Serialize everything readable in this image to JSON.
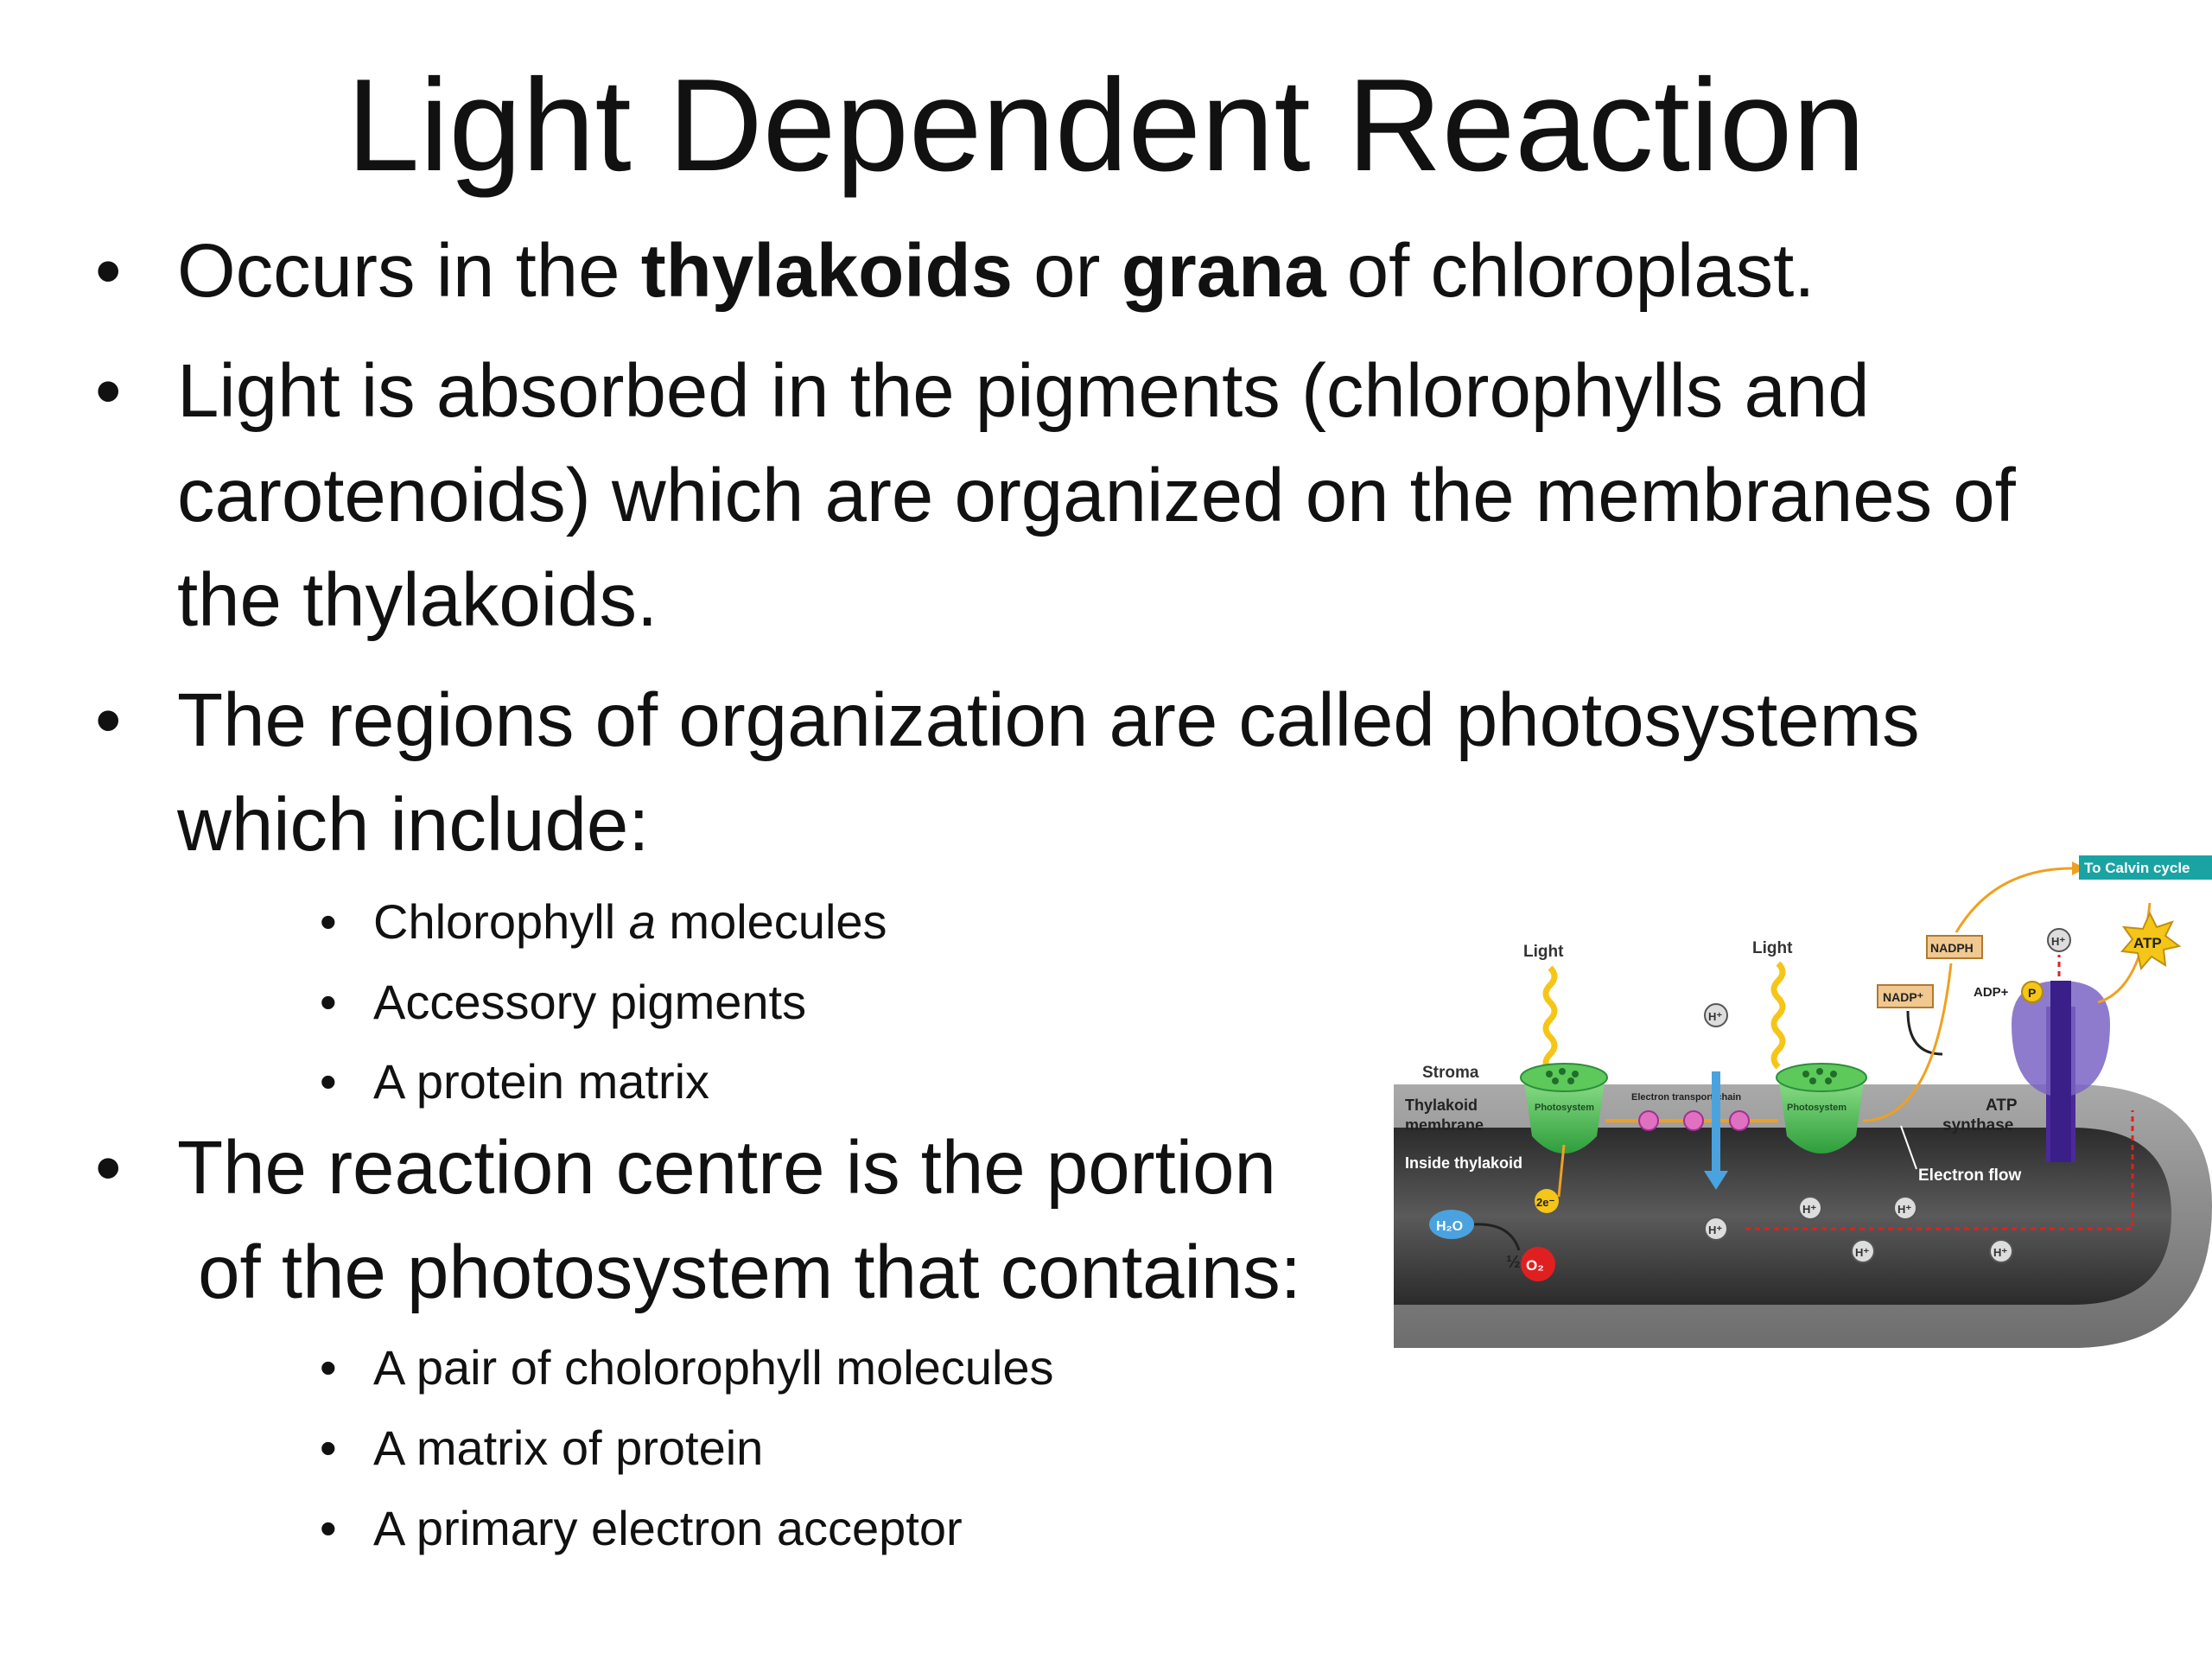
{
  "title": "Light Dependent Reaction",
  "bullets": {
    "b1": {
      "a": "Occurs in the ",
      "b": "thylakoids",
      "c": " or ",
      "d": "grana",
      "e": " of chloroplast."
    },
    "b2": {
      "l1": "Light is absorbed in the pigments (chlorophylls and",
      "l2": "carotenoids) which are organized on the membranes of",
      "l3": "the thylakoids."
    },
    "b3": {
      "l1": "The regions of organization are called photosystems",
      "l2": "which include:"
    },
    "sub1": [
      {
        "a": "Chlorophyll ",
        "b": "a",
        "c": " molecules"
      },
      {
        "a": "Accessory pigments"
      },
      {
        "a": "A protein matrix"
      }
    ],
    "b4": {
      "l1": "The reaction centre is the portion",
      "l2": " of the photosystem that contains:"
    },
    "sub2": [
      "A pair of cholorophyll molecules",
      "A matrix of protein",
      "A primary electron acceptor"
    ],
    "dot": "•"
  },
  "diagram": {
    "to_calvin": "To Calvin cycle",
    "light1": "Light",
    "light2": "Light",
    "stroma": "Stroma",
    "thylakoid_membrane_1": "Thylakoid",
    "thylakoid_membrane_2": "membrane",
    "inside_thylakoid": "Inside thylakoid",
    "photosystem1": "Photosystem",
    "photosystem2": "Photosystem",
    "etc": "Electron transport chain",
    "atp_synthase_1": "ATP",
    "atp_synthase_2": "synthase",
    "electron_flow": "Electron flow",
    "nadph": "NADPH",
    "nadp": "NADP⁺",
    "adp": "ADP+",
    "p": "P",
    "atp": "ATP",
    "h2o": "H₂O",
    "half": "½",
    "o2": "O₂",
    "two_e": "2e⁻",
    "hplus": "H⁺",
    "colors": {
      "green": "#3bb54a",
      "teal": "#1aa3a3",
      "yellow": "#f5c518",
      "membrane": "#8a8a8a",
      "inside": "#3a3a3a",
      "red": "#e02020",
      "blue": "#4aa3df",
      "purple": "#6a4fb3"
    }
  }
}
